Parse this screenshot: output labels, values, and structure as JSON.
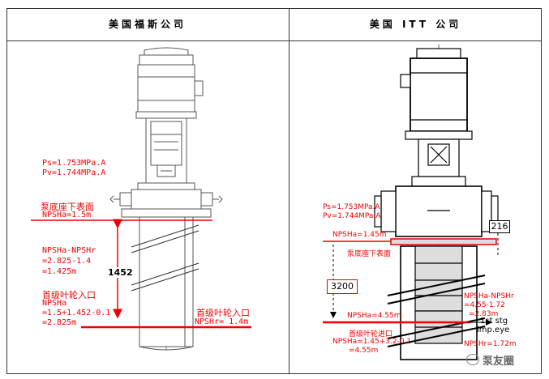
{
  "table": {
    "header_left": "美国福斯公司",
    "header_right": "美国 ITT 公司"
  },
  "left": {
    "ps": "Ps=1.753MPa.A",
    "pv": "Pv=1.744MPa.A",
    "base_label": "泵底座下表面",
    "npsha_base": "NPSHa=1.5m",
    "diff_l1": "NPSHa-NPSHr",
    "diff_l2": "=2.825-1.4",
    "diff_l3": "=1.425m",
    "dim": "1452",
    "inlet_label": "首级叶轮入口",
    "npsha_l1": "NPSHa",
    "npsha_l2": "=1.5+1.452-0.1",
    "npsha_l3": "=2.825m",
    "inlet_label2": "首级叶轮入口",
    "npshr": "NPSHr= 1.4m"
  },
  "right": {
    "ps": "Ps=1.753MPa.A",
    "pv": "Pv=1.744MPa.A",
    "dim_216": "216",
    "npsha_top": "NPSHa=1.45m",
    "base_label": "泵底座下表面",
    "dim_3200": "3200",
    "diff_l1": "NPSHa-NPSHr",
    "diff_l2": "=4.55-1.72",
    "diff_l3": "=2.83m",
    "npsha_eye": "NPSHa=4.55m",
    "stg_l1": "1st stg",
    "stg_l2": "imp.eye",
    "inlet_label": "首级叶轮进口",
    "npsha_l1": "NPSHa=1.45+3.2-0.1",
    "npsha_l2": "=4.55m",
    "npshr": "NPSHr=1.72m"
  },
  "watermark": {
    "text": "泵友圈"
  },
  "colors": {
    "annotation": "#e00000",
    "line": "#000000"
  }
}
